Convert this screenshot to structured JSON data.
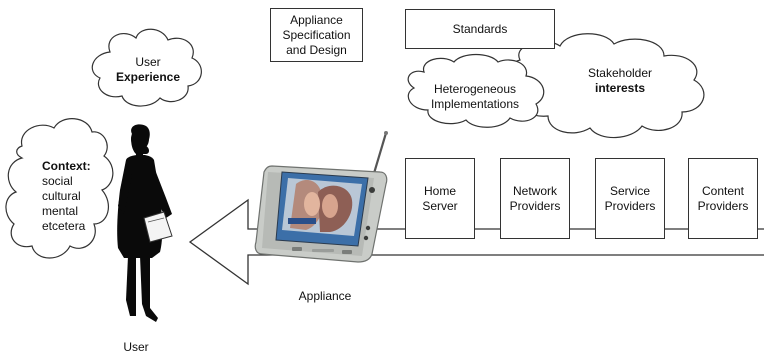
{
  "diagram": {
    "spec_box": [
      "Appliance",
      "Specification",
      "and Design"
    ],
    "standards": "Standards",
    "user_experience": {
      "line1": "User",
      "line2": "Experience"
    },
    "stakeholder": {
      "line1": "Stakeholder",
      "line2": "interests"
    },
    "heterogeneous": [
      "Heterogeneous",
      "Implementations"
    ],
    "context": {
      "heading": "Context:",
      "items": [
        "social",
        "cultural",
        "mental",
        "etcetera"
      ]
    },
    "providers": [
      [
        "Home",
        "Server"
      ],
      [
        "Network",
        "Providers"
      ],
      [
        "Service",
        "Providers"
      ],
      [
        "Content",
        "Providers"
      ]
    ],
    "appliance_label": "Appliance",
    "user_label": "User"
  },
  "colors": {
    "stroke": "#333333",
    "silhouette": "#0a0a0a",
    "device_body": "#c9ccc8",
    "screen": "#3c6fa8"
  },
  "icons": {
    "appliance": "tablet-device-icon",
    "user": "woman-silhouette-icon",
    "flow": "left-arrow-icon"
  }
}
